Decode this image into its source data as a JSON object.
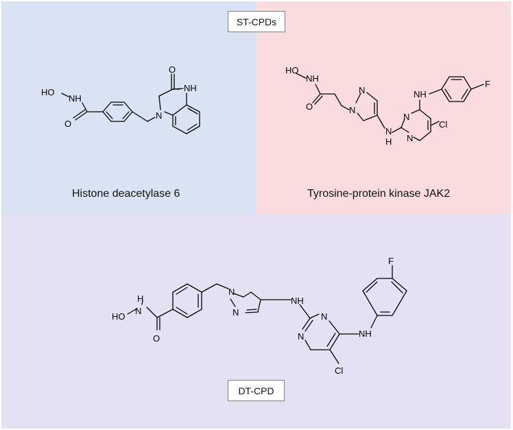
{
  "header_tag": "ST-CPDs",
  "footer_tag": "DT-CPD",
  "targets": {
    "left": "Histone deacetylase 6",
    "right": "Tyrosine-protein kinase JAK2"
  },
  "atoms": {
    "NH": "NH",
    "HO": "HO",
    "O": "O",
    "N": "N",
    "H": "H",
    "Cl": "Cl",
    "F": "F"
  },
  "colors": {
    "hdac6_panel": "#dae3f3",
    "jak2_panel": "#fbdcde",
    "dual_panel": "#e5e0f3"
  }
}
